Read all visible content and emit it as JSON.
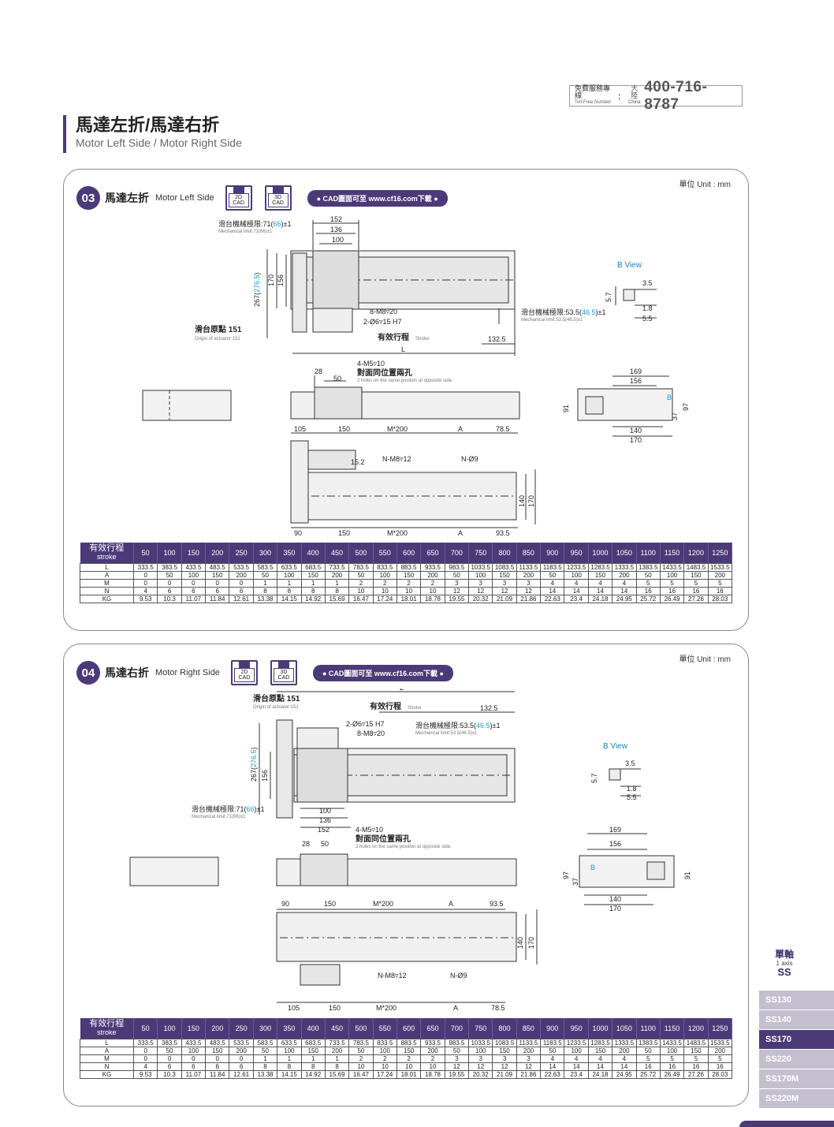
{
  "hotline": {
    "label_zh": "免費服務專線",
    "label_en": "Toll-Free Number",
    "colon": "：",
    "region_zh": "大陸",
    "region_en": "China",
    "number": "400-716-8787"
  },
  "page": {
    "title_zh": "馬達左折/馬達右折",
    "title_en": "Motor Left Side / Motor Right Side"
  },
  "common": {
    "unit": "單位 Unit : mm",
    "cad_2d": "2D\nCAD",
    "cad_3d": "3D\nCAD",
    "cad_link": "● CAD圖面可至 www.cf16.com下載 ●"
  },
  "sections": [
    {
      "num": "03",
      "title_zh": "馬達左折",
      "title_en": "Motor Left Side"
    },
    {
      "num": "04",
      "title_zh": "馬達右折",
      "title_en": "Motor Right Side"
    }
  ],
  "drawing": {
    "mech_limit_l": "滑台機械極限:71(",
    "mech_limit_l_blue": "66",
    "mech_limit_l_end": ")±1",
    "mech_limit_l_en": "Mechanical limit:71(66)±1",
    "mech_limit_r": "滑台機械極限:53.5(",
    "mech_limit_r_blue": "46.5",
    "mech_limit_r_end": ")±1",
    "mech_limit_r_en": "Mechanical limit:53.5(46.5)±1",
    "origin": "滑台原點 151",
    "origin_en": "Origin of actuator:151",
    "stroke": "有效行程",
    "stroke_en": "Stroke",
    "dim_152": "152",
    "dim_136": "136",
    "dim_100": "100",
    "dim_156": "156",
    "dim_170": "170",
    "dim_267": "267(",
    "dim_267_blue": "276.5",
    "dim_267_end": ")",
    "dim_1325": "132.5",
    "dim_L": "L",
    "m8": "8-M8▿20",
    "d6": "2-Ø6▿15 H7",
    "b_view": "B View",
    "b_35": "3.5",
    "b_57": "5.7",
    "b_18": "1.8",
    "b_55": "5.5",
    "m5": "4-M5▿10",
    "opp_holes": "對面同位置兩孔",
    "opp_holes_en": "2 holes on the same position at opposite side.",
    "dim_28": "28",
    "dim_50": "50",
    "dim_169": "169",
    "dim_156b": "156",
    "dim_91": "91",
    "dim_97": "97",
    "dim_37": "37",
    "dim_140": "140",
    "dim_170b": "170",
    "B": "B",
    "dim_105": "105",
    "dim_150": "150",
    "dim_M200": "M*200",
    "dim_A": "A",
    "dim_785": "78.5",
    "dim_152b": "15.2",
    "nm8": "N-M8▿12",
    "nd9": "N-Ø9",
    "dim_90": "90",
    "dim_935": "93.5"
  },
  "table": {
    "head_zh": "有效行程",
    "head_en": "stroke",
    "strokes": [
      "50",
      "100",
      "150",
      "200",
      "250",
      "300",
      "350",
      "400",
      "450",
      "500",
      "550",
      "600",
      "650",
      "700",
      "750",
      "800",
      "850",
      "900",
      "950",
      "1000",
      "1050",
      "1100",
      "1150",
      "1200",
      "1250"
    ],
    "rows": [
      {
        "label": "L",
        "values": [
          "333.5",
          "383.5",
          "433.5",
          "483.5",
          "533.5",
          "583.5",
          "633.5",
          "683.5",
          "733.5",
          "783.5",
          "833.5",
          "883.5",
          "933.5",
          "983.5",
          "1033.5",
          "1083.5",
          "1133.5",
          "1183.5",
          "1233.5",
          "1283.5",
          "1333.5",
          "1383.5",
          "1433.5",
          "1483.5",
          "1533.5"
        ]
      },
      {
        "label": "A",
        "values": [
          "0",
          "50",
          "100",
          "150",
          "200",
          "50",
          "100",
          "150",
          "200",
          "50",
          "100",
          "150",
          "200",
          "50",
          "100",
          "150",
          "200",
          "50",
          "100",
          "150",
          "200",
          "50",
          "100",
          "150",
          "200"
        ]
      },
      {
        "label": "M",
        "values": [
          "0",
          "0",
          "0",
          "0",
          "0",
          "1",
          "1",
          "1",
          "1",
          "2",
          "2",
          "2",
          "2",
          "3",
          "3",
          "3",
          "3",
          "4",
          "4",
          "4",
          "4",
          "5",
          "5",
          "5",
          "5"
        ]
      },
      {
        "label": "N",
        "values": [
          "4",
          "6",
          "6",
          "6",
          "6",
          "8",
          "8",
          "8",
          "8",
          "10",
          "10",
          "10",
          "10",
          "12",
          "12",
          "12",
          "12",
          "14",
          "14",
          "14",
          "14",
          "16",
          "16",
          "16",
          "16"
        ]
      },
      {
        "label": "KG",
        "values": [
          "9.53",
          "10.3",
          "11.07",
          "11.84",
          "12.61",
          "13.38",
          "14.15",
          "14.92",
          "15.69",
          "16.47",
          "17.24",
          "18.01",
          "18.78",
          "19.55",
          "20.32",
          "21.09",
          "21.86",
          "22.63",
          "23.4",
          "24.18",
          "24.95",
          "25.72",
          "26.49",
          "27.26",
          "28.03"
        ]
      }
    ]
  },
  "sidebar": {
    "zh": "單軸",
    "en": "1 axis",
    "code": "SS",
    "items": [
      "SS130",
      "SS140",
      "SS170",
      "SS220",
      "SS170M",
      "SS220M"
    ],
    "active": "SS170"
  },
  "colors": {
    "brand_purple": "#4c3a78",
    "highlight_blue": "#1a9ad6"
  }
}
